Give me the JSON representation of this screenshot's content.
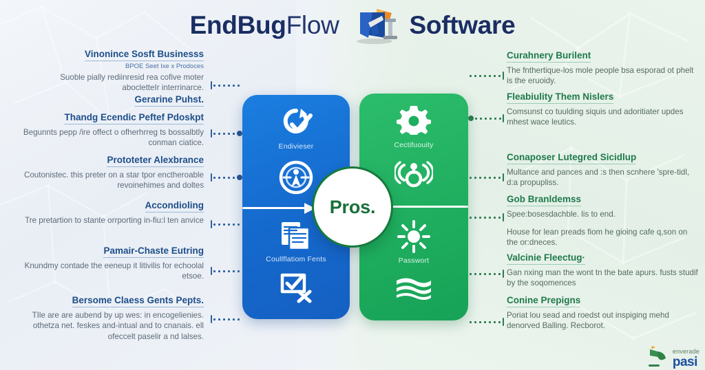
{
  "header": {
    "title_bold_1": "EndBug",
    "title_light": "Flow",
    "title_bold_2": "Software",
    "logo_icon": "flag-monument-logo-icon"
  },
  "center": {
    "hub_label": "Pros.",
    "blue_panel": {
      "accent": "#1569cd",
      "items": [
        {
          "icon": "refresh-check-icon",
          "label": "Endivieser"
        },
        {
          "icon": "compass-target-icon",
          "label": ""
        },
        {
          "icon": "documents-copy-icon",
          "label": "Coullflatiom Fents"
        },
        {
          "icon": "checklist-error-icon",
          "label": ""
        }
      ]
    },
    "green_panel": {
      "accent": "#1fae5f",
      "items": [
        {
          "icon": "gear-icon",
          "label": "Cectifuouity"
        },
        {
          "icon": "broadcast-person-icon",
          "label": ""
        },
        {
          "icon": "sun-brightness-icon",
          "label": "Passwort"
        },
        {
          "icon": "waves-stack-icon",
          "label": ""
        }
      ]
    }
  },
  "left_column": [
    {
      "heading": "Vinonince Sosft Businesss",
      "subheading": "BPOE Seet Ixe x Prodoces",
      "body": "Suoble pially rediinresid rea cofive moter abocletteIr interrinarce."
    },
    {
      "heading": "Gerarine Puhst.",
      "subheading": "",
      "body": ""
    },
    {
      "heading": "Thandg Ecendic Peftef Pdoskpt",
      "subheading": "",
      "body": "Begunnts pepp /ire offect o ofherhrreg ts bossalbtly conman ciatice."
    },
    {
      "heading": "Prototeter Alexbrance",
      "subheading": "",
      "body": "Coutonistec. this preter on a star tpor enctheroable revoinehimes and doltes"
    },
    {
      "heading": "Accondioling",
      "subheading": "",
      "body": "Tre pretartion to stante orrporting in-fiu:l ten anvice"
    },
    {
      "heading": "Pamair-Chaste Eutring",
      "subheading": "",
      "body": "Knundmy contade the eeneup it litivilis for echoolal etsoe."
    },
    {
      "heading": "Bersome Claess Gents Pepts.",
      "subheading": "",
      "body": "TIle are are aubend by up wes: in encogelienies. othetza net. feskes and-intual and to cnanais. ell ofeccelt paselir a nd lalses."
    }
  ],
  "right_column": [
    {
      "heading": "Curahnery Burilent",
      "body": "The fnthertique-los mole people bsa esporad ot phelt is the eruoidy."
    },
    {
      "heading": "Fleabiulity Them Nislers",
      "body": "Comsunst co tuulding siquis und adoritiater updes mhest wace leutics."
    },
    {
      "heading": "Conaposer Lutegred Sicidlup",
      "body": "Multance and pances and :s then scnhere 'spre-tidl, d:a propupliss."
    },
    {
      "heading": "Gob Branldemss",
      "body": "Spee:bosesdachble. lis to end."
    },
    {
      "heading": "",
      "body": "House for lean preads fiom he gioing cafe q,son on the or:dneces."
    },
    {
      "heading": "Valcinie Fleectug·",
      "body": "Gan nxing man the wont tn the bate apurs. fusts studif by the soqomences"
    },
    {
      "heading": "Conine Prepigns",
      "body": "Poriat lou sead and roedst out inspiging mehd denorved Balling. Recborot."
    }
  ],
  "brand": {
    "small": "enverade",
    "big": "pasi",
    "icon": "leaf-flag-icon"
  }
}
